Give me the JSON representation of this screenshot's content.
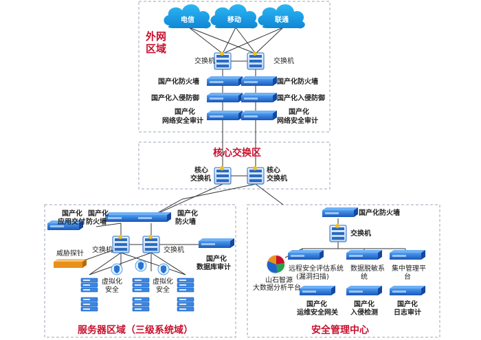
{
  "zones": {
    "external": "外网区域",
    "core": "核心交换区",
    "server": "服务器区域（三级系统域）",
    "security": "安全管理中心"
  },
  "external": {
    "clouds": [
      "电信",
      "移动",
      "联通"
    ],
    "switch_label": "交换机",
    "firewall_label": "国产化防火墙",
    "ips_label": "国产化入侵防御",
    "audit_label_1": "国产化",
    "audit_label_2": "网络安全审计"
  },
  "core": {
    "switch_label_1": "核心",
    "switch_label_2": "交换机"
  },
  "server": {
    "app_delivery_1": "国产化",
    "app_delivery_2": "应用交付",
    "firewall_1": "国产化",
    "firewall_2": "防火墙",
    "threat_probe": "威胁探针",
    "switch_label": "交换机",
    "db_audit_1": "国产化",
    "db_audit_2": "数据库审计",
    "vsec_label_1": "虚拟化",
    "vsec_label_2": "安全"
  },
  "security": {
    "firewall": "国产化防火墙",
    "switch_label": "交换机",
    "platform_1": "山石智源",
    "platform_2": "大数据分析平台",
    "scan_1": "远程安全评估系统",
    "scan_2": "(漏洞扫描)",
    "desens_1": "数据脱敏系",
    "desens_2": "统",
    "mgmt_1": "集中管理平",
    "mgmt_2": "台",
    "bastion_1": "国产化",
    "bastion_2": "运维安全网关",
    "ids_1": "国产化",
    "ids_2": "入侵检测",
    "log_1": "国产化",
    "log_2": "日志审计"
  },
  "colors": {
    "zone_border": "#9aa4b8",
    "title_red": "#c8102e",
    "device_blue": "#1f64c8",
    "cloud_blue": "#1aa3e8",
    "threat_orange": "#e8901a"
  }
}
